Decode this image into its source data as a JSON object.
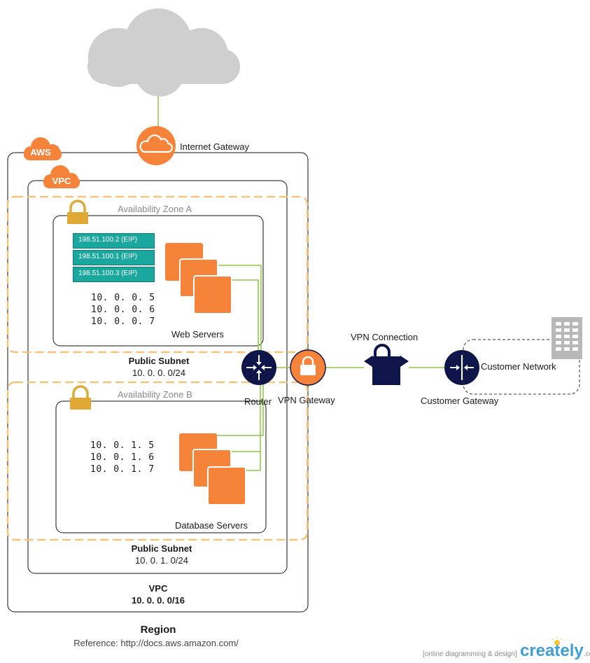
{
  "colors": {
    "orange": "#f5843a",
    "teal": "#1aa89e",
    "navy": "#0e1549",
    "green": "#8dc63f",
    "gold": "#e0a935",
    "cloud": "#cfcfcf"
  },
  "labels": {
    "internet_gateway": "Internet Gateway",
    "aws_badge": "AWS",
    "vpc_badge": "VPC",
    "zone_a": "Availability Zone A",
    "zone_b": "Availability Zone B",
    "web_servers": "Web Servers",
    "database_servers": "Database Servers",
    "router": "Router",
    "vpn_gateway": "VPN Gateway",
    "vpn_connection": "VPN Connection",
    "customer_gateway": "Customer Gateway",
    "customer_network": "Customer Network",
    "region": "Region",
    "reference": "Reference: http://docs.aws.amazon.com/"
  },
  "eips": [
    "198.51.100.2  (EIP)",
    "198.51.100.1  (EIP)",
    "198.51.100.3  (EIP)"
  ],
  "web_ips": [
    "10. 0. 0.  5",
    "10. 0. 0.  6",
    "10. 0. 0.  7"
  ],
  "db_ips": [
    "10. 0. 1.  5",
    "10. 0. 1.  6",
    "10. 0. 1.  7"
  ],
  "subnet_a": {
    "title": "Public Subnet",
    "cidr": "10. 0. 0. 0/24"
  },
  "subnet_b": {
    "title": "Public Subnet",
    "cidr": "10. 0. 1. 0/24"
  },
  "vpc_box": {
    "title": "VPC",
    "cidr": "10. 0. 0. 0/16"
  },
  "watermark": {
    "tagline": "[online diagramming & design]",
    "brand": "creately",
    "suffix": ".com"
  },
  "icons": {
    "cloud": "cloud-icon",
    "internet_gateway": "cloud-circle-icon",
    "lock": "lock-icon",
    "servers": "server-stack-icon",
    "router": "router-icon",
    "vpn_gateway": "vpn-lock-icon",
    "vpn_connection": "vpn-tunnel-icon",
    "customer_gateway": "gateway-icon",
    "customer_network": "building-icon"
  }
}
